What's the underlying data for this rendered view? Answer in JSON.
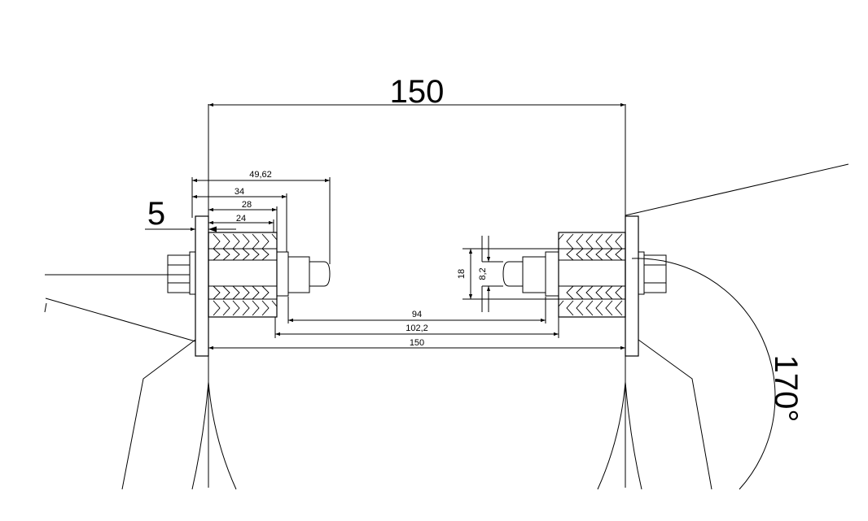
{
  "dimensions": {
    "overall_top": "150",
    "overall_bottom": "150",
    "gap": "5",
    "len_4962": "49,62",
    "len_34": "34",
    "len_28": "28",
    "len_24": "24",
    "len_94": "94",
    "len_1022": "102,2",
    "height_18": "18",
    "height_82": "8,2",
    "angle": "170°"
  }
}
